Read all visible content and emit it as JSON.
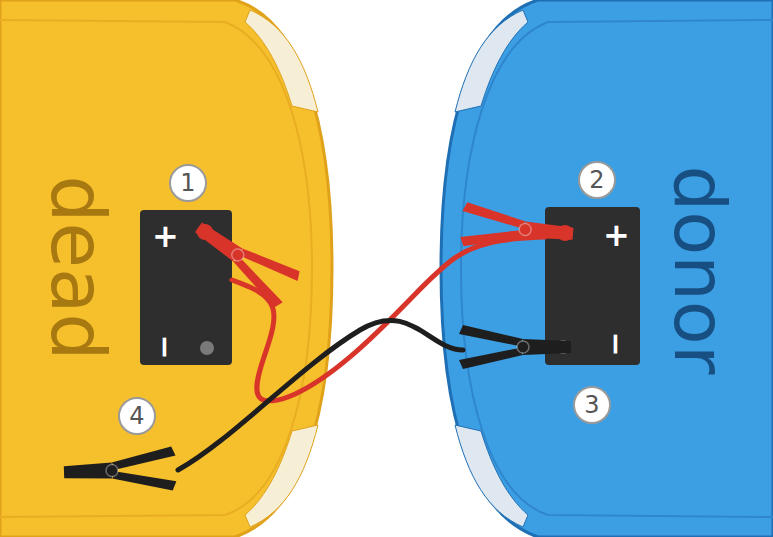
{
  "diagram": {
    "nodes": [
      {
        "text": [
          "dead"
        ]
      },
      {
        "text": [
          "+",
          "−"
        ],
        "in": 0
      },
      {
        "text": [
          "1"
        ],
        "in": 0
      },
      {
        "text": [
          "4"
        ],
        "in": 0
      },
      {
        "text": [
          "donor"
        ]
      },
      {
        "text": [
          "+",
          "−"
        ],
        "in": 4
      },
      {
        "text": [
          "2"
        ],
        "in": 4
      },
      {
        "text": [
          "3"
        ],
        "in": 4
      }
    ],
    "edges": [
      {
        "from": 1,
        "to": 5,
        "arrow": "none"
      }
    ]
  }
}
